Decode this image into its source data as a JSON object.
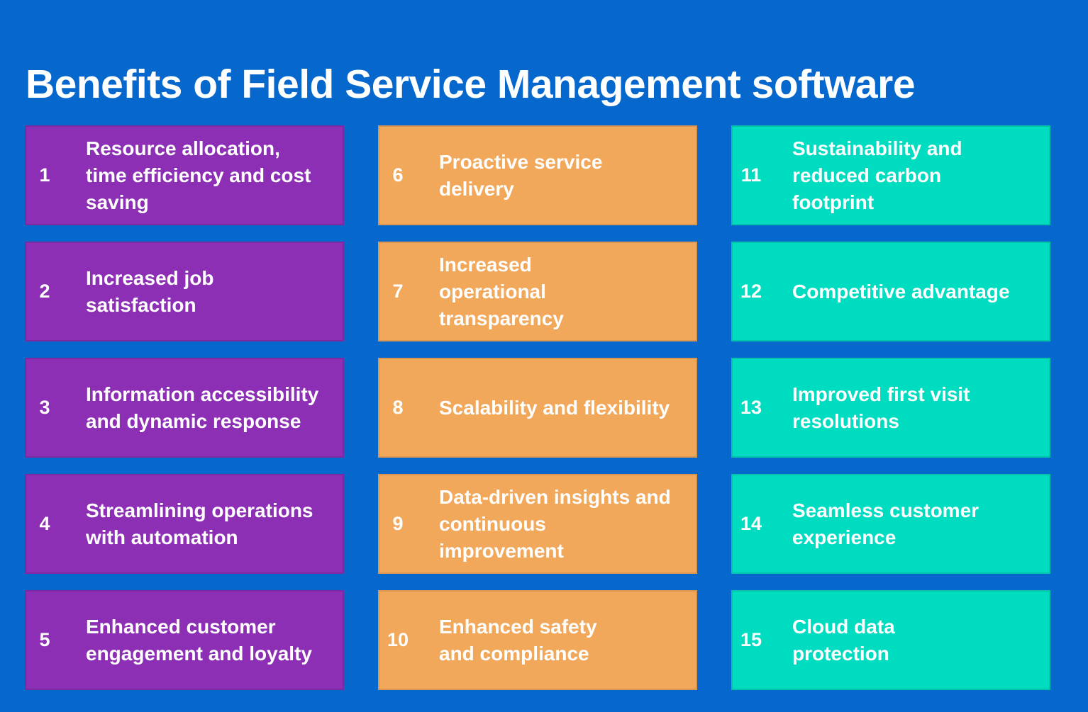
{
  "title": "Benefits of Field Service Management software",
  "colors": {
    "background": "#0667CD",
    "purple": "#8C2FB5",
    "orange": "#F2A85A",
    "teal": "#00DCC0",
    "text_color": "#FFFFFF"
  },
  "columns": [
    {
      "color": "#8C2FB5",
      "items": [
        {
          "num": "1",
          "label": "Resource allocation, time efficiency and cost saving"
        },
        {
          "num": "2",
          "label": "Increased job satisfaction"
        },
        {
          "num": "3",
          "label": "Information accessibility and dynamic response"
        },
        {
          "num": "4",
          "label": "Streamlining operations with automation"
        },
        {
          "num": "5",
          "label": "Enhanced customer engagement and loyalty"
        }
      ]
    },
    {
      "color": "#F2A85A",
      "items": [
        {
          "num": "6",
          "label": "Proactive service delivery"
        },
        {
          "num": "7",
          "label": "Increased operational transparency"
        },
        {
          "num": "8",
          "label": "Scalability and flexibility"
        },
        {
          "num": "9",
          "label": "Data-driven insights and continuous improvement"
        },
        {
          "num": "10",
          "label": "Enhanced safety and compliance"
        }
      ]
    },
    {
      "color": "#00DCC0",
      "items": [
        {
          "num": "11",
          "label": "Sustainability and reduced carbon footprint"
        },
        {
          "num": "12",
          "label": "Competitive advantage"
        },
        {
          "num": "13",
          "label": "Improved first visit resolutions"
        },
        {
          "num": "14",
          "label": "Seamless customer experience"
        },
        {
          "num": "15",
          "label": "Cloud data protection"
        }
      ]
    }
  ]
}
